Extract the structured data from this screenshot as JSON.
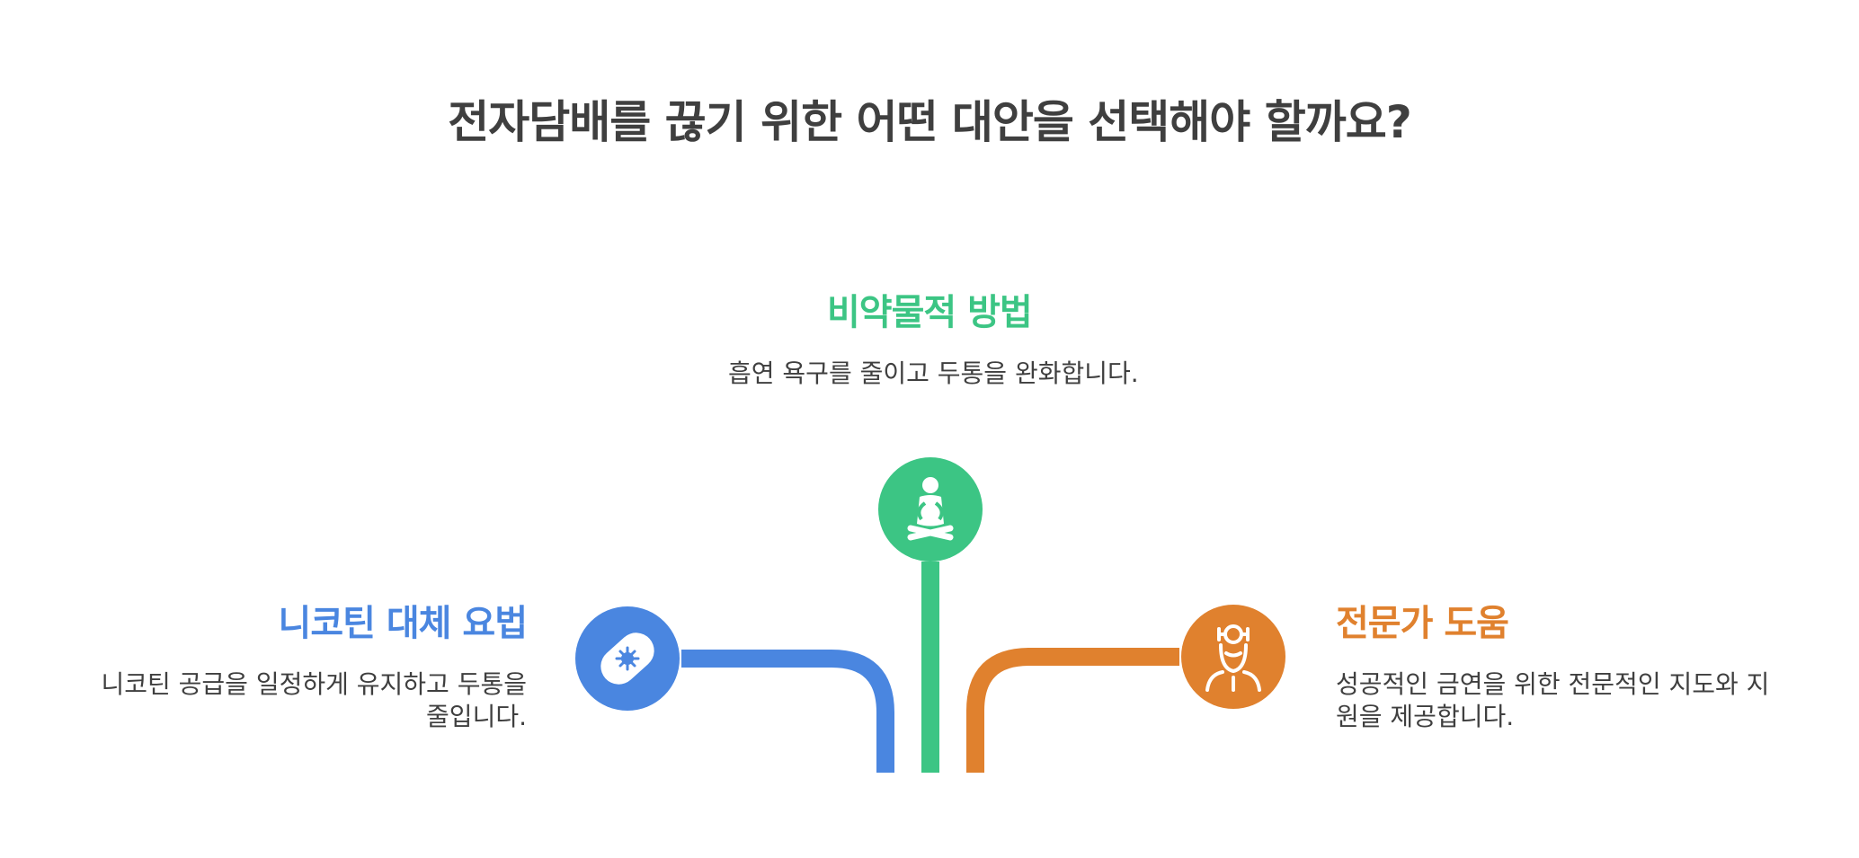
{
  "title": "전자담배를 끊기 위한 어떤 대안을 선택해야 할까요?",
  "colors": {
    "title": "#3f3f3f",
    "text": "#3f3f3f",
    "blue": "#4a86e0",
    "green": "#3cc584",
    "orange": "#e0812e",
    "white": "#ffffff"
  },
  "branches": {
    "center": {
      "heading": "비약물적 방법",
      "description": "흡연 욕구를 줄이고 두통을 완화합니다.",
      "icon": "meditation-icon"
    },
    "left": {
      "heading": "니코틴 대체 요법",
      "description": "니코틴 공급을 일정하게 유지하고 두통을 줄입니다.",
      "icon": "nicotine-patch-icon"
    },
    "right": {
      "heading": "전문가 도움",
      "description": "성공적인 금연을 위한 전문적인 지도와 지원을 제공합니다.",
      "icon": "doctor-icon"
    }
  }
}
